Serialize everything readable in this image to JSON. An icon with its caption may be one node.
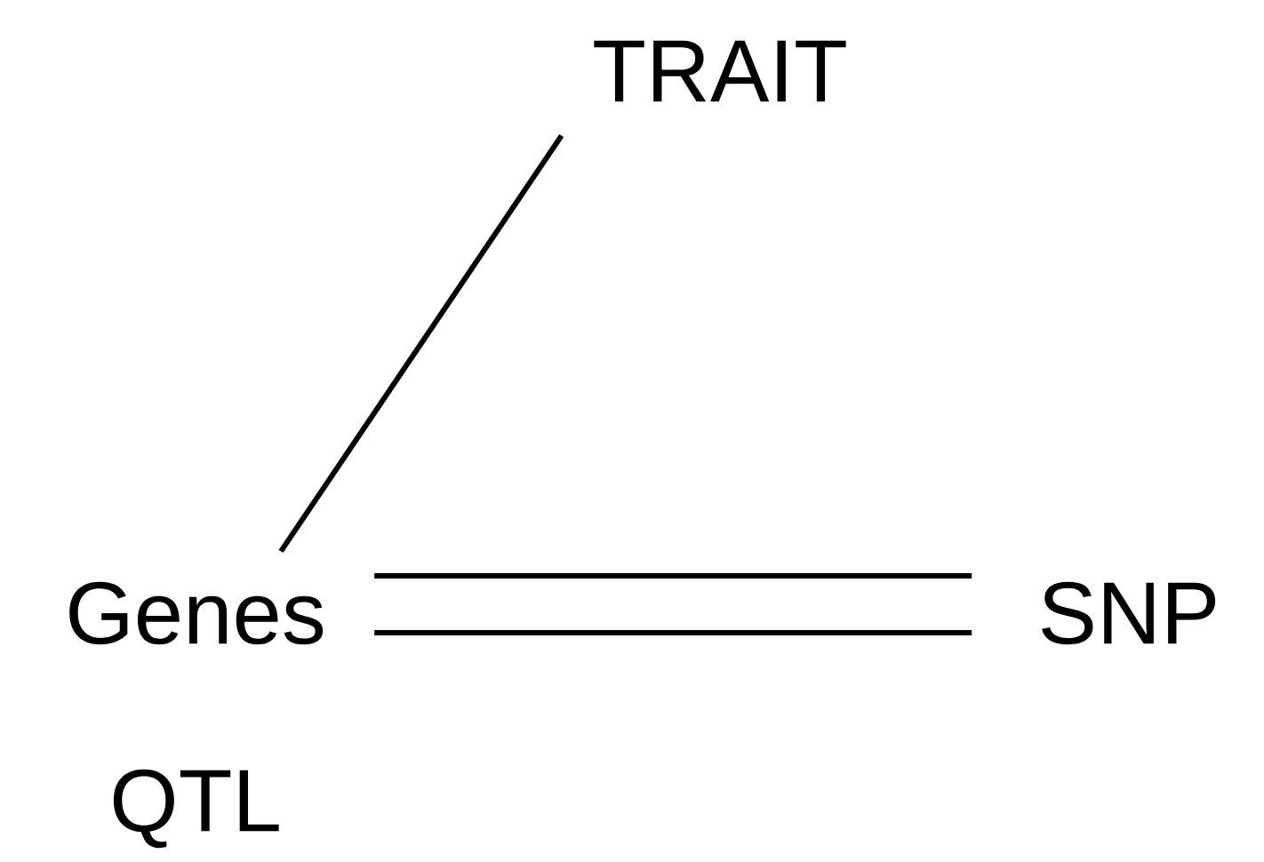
{
  "diagram": {
    "nodes": [
      {
        "text": [
          "TRAIT"
        ]
      },
      {
        "text": [
          "Genes"
        ]
      },
      {
        "text": [
          "SNP"
        ]
      }
    ],
    "edges": [
      {
        "from": 0,
        "to": 1,
        "arrow": "none"
      },
      {
        "from": 1,
        "to": 2,
        "arrow": "none"
      },
      {
        "from": 1,
        "to": 2,
        "arrow": "none"
      }
    ],
    "labels": [
      "QTL"
    ]
  }
}
